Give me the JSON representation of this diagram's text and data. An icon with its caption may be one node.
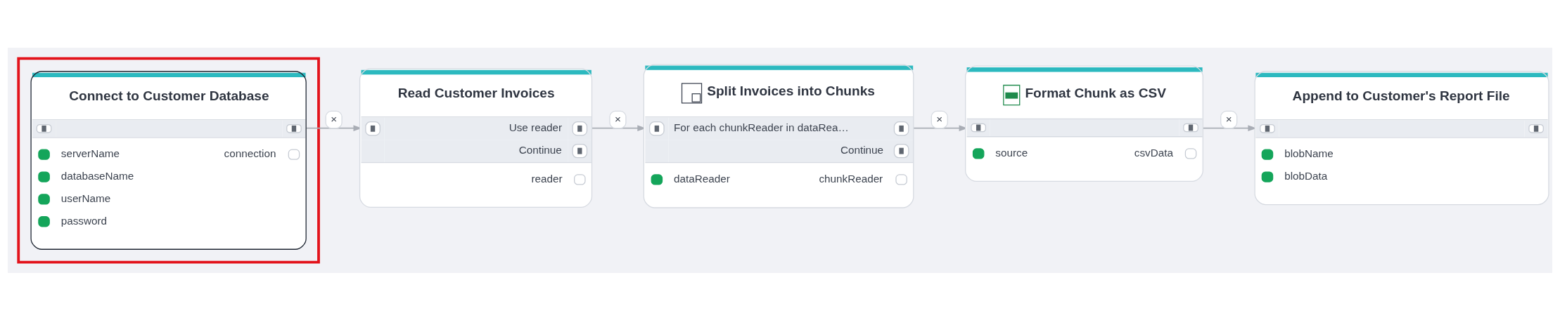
{
  "diagram": {
    "nodes": [
      {
        "text": [],
        "shape": "box"
      },
      {
        "text": [
          "Connect to Customer Database",
          "serverName",
          "databaseName",
          "userName",
          "password",
          "connection"
        ],
        "in": 0
      },
      {
        "text": [
          "Read Customer Invoices",
          "Use reader",
          "Continue",
          "reader"
        ]
      },
      {
        "text": [
          "Split Invoices into Chunks",
          "For each chunkReader in dataRea…",
          "Continue",
          "dataReader",
          "chunkReader"
        ]
      },
      {
        "text": [
          "Format Chunk as CSV",
          "source",
          "csvData"
        ]
      },
      {
        "text": [
          "Append to Customer's Report File",
          "blobName",
          "blobData"
        ]
      }
    ],
    "edges": [
      {
        "from": 1,
        "to": 2,
        "arrow": "to",
        "label": "×"
      },
      {
        "from": 2,
        "to": 3,
        "arrow": "to",
        "label": "×"
      },
      {
        "from": 3,
        "to": 4,
        "arrow": "to",
        "label": "×"
      },
      {
        "from": 4,
        "to": 5,
        "arrow": "to",
        "label": "×"
      }
    ]
  }
}
